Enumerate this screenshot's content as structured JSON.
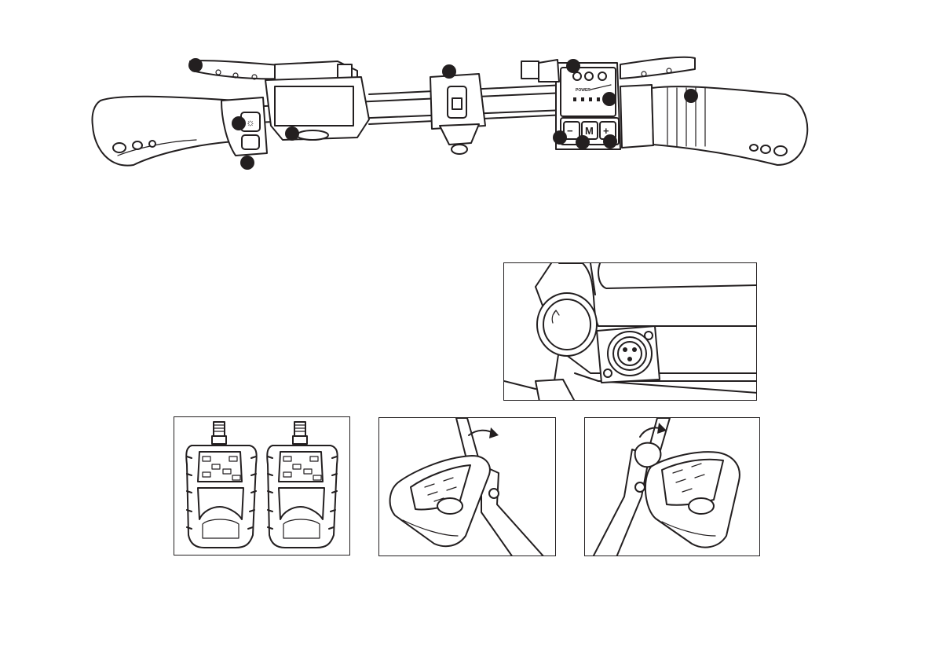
{
  "handlebar": {
    "display_marking": "POWER",
    "buttons": {
      "minus": "−",
      "mode": "M",
      "plus": "+"
    }
  },
  "callout_count": 11,
  "panels": [
    "charging-port",
    "pedal-pair",
    "pedal-fold-left",
    "pedal-fold-right"
  ],
  "colors": {
    "ink": "#231f20",
    "paper": "#ffffff"
  }
}
